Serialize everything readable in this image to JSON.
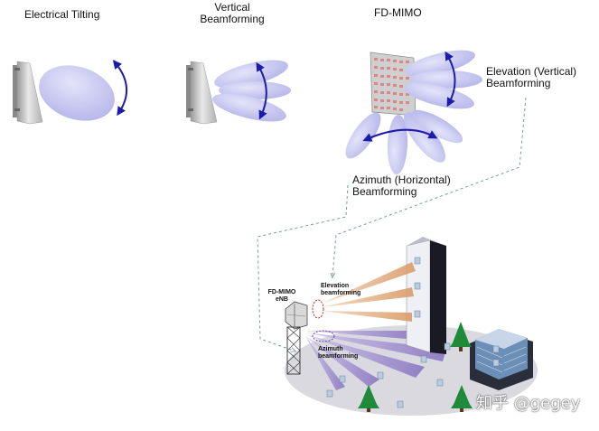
{
  "labels": {
    "electrical_tilting": "Electrical Tilting",
    "vertical_beamforming": "Vertical\nBeamforming",
    "fd_mimo": "FD-MIMO",
    "elevation_vertical": "Elevation (Vertical)\nBeamforming",
    "azimuth_horizontal": "Azimuth (Horizontal)\nBeamforming",
    "fd_mimo_enb": "FD-MIMO\neNB",
    "elevation_beamforming": "Elevation\nbeamforming",
    "azimuth_beamforming": "Azimuth\nbeamforming"
  },
  "watermark": "知乎 @gegey",
  "colors": {
    "beam_fill": "#c8c8f0",
    "arrow": "#1c1ca8",
    "elevation_beam": "#e8b48a",
    "azimuth_beam": "#9a88c8",
    "ground": "#d9d9df",
    "tree": "#1f8a3a"
  }
}
